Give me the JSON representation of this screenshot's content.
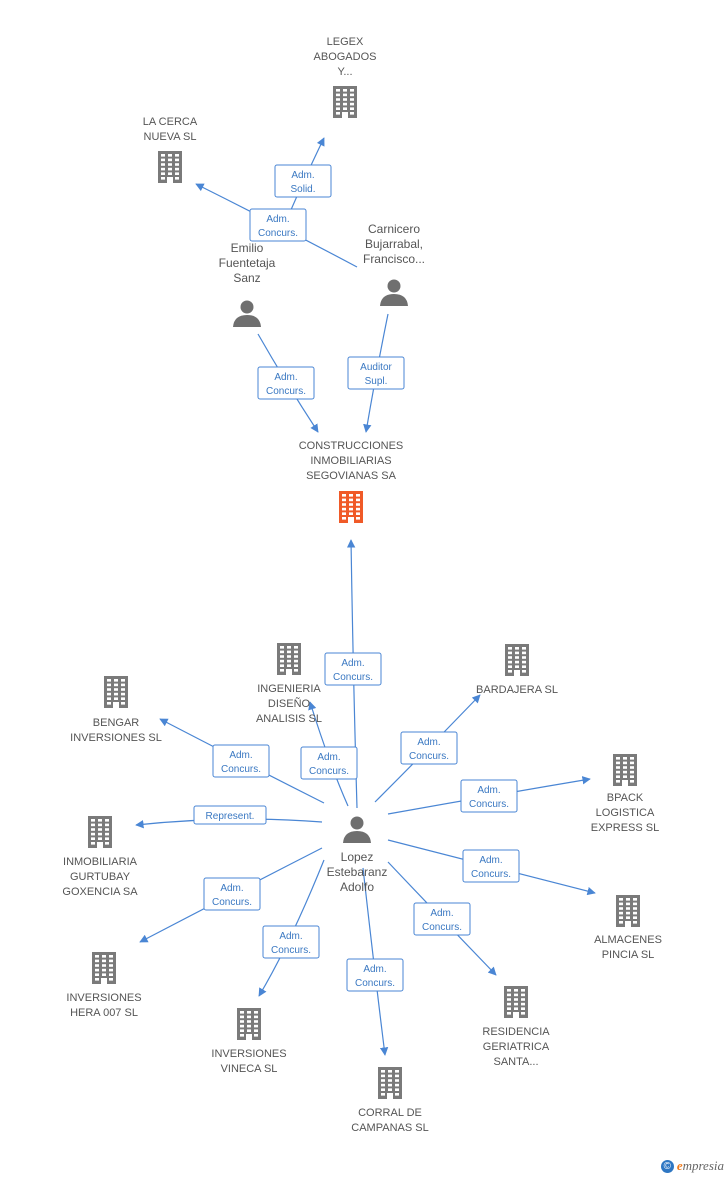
{
  "nodes": [
    {
      "id": "legex",
      "type": "company",
      "lines": [
        "LEGEX",
        "ABOGADOS",
        "Y..."
      ]
    },
    {
      "id": "lacerca",
      "type": "company",
      "lines": [
        "LA CERCA",
        "NUEVA SL"
      ]
    },
    {
      "id": "emilio",
      "type": "person",
      "lines": [
        "Emilio",
        "Fuentetaja",
        "Sanz"
      ]
    },
    {
      "id": "carnicero",
      "type": "person",
      "lines": [
        "Carnicero",
        "Bujarrabal,",
        "Francisco..."
      ]
    },
    {
      "id": "construcciones",
      "type": "company",
      "highlight": true,
      "lines": [
        "CONSTRUCCIONES",
        "INMOBILIARIAS",
        "SEGOVIANAS SA"
      ]
    },
    {
      "id": "ingenieria",
      "type": "company",
      "lines": [
        "INGENIERIA",
        "DISEÑO",
        "ANALISIS SL"
      ]
    },
    {
      "id": "bardajera",
      "type": "company",
      "lines": [
        "BARDAJERA SL"
      ]
    },
    {
      "id": "bengar",
      "type": "company",
      "lines": [
        "BENGAR",
        "INVERSIONES SL"
      ]
    },
    {
      "id": "bpack",
      "type": "company",
      "lines": [
        "BPACK",
        "LOGISTICA",
        "EXPRESS SL"
      ]
    },
    {
      "id": "lopez",
      "type": "person",
      "lines": [
        "Lopez",
        "Estebaranz",
        "Adolfo"
      ]
    },
    {
      "id": "gurtubay",
      "type": "company",
      "lines": [
        "INMOBILIARIA",
        "GURTUBAY",
        "GOXENCIA SA"
      ]
    },
    {
      "id": "almacenes",
      "type": "company",
      "lines": [
        "ALMACENES",
        "PINCIA SL"
      ]
    },
    {
      "id": "hera",
      "type": "company",
      "lines": [
        "INVERSIONES",
        "HERA 007 SL"
      ]
    },
    {
      "id": "vineca",
      "type": "company",
      "lines": [
        "INVERSIONES",
        "VINECA SL"
      ]
    },
    {
      "id": "residencia",
      "type": "company",
      "lines": [
        "RESIDENCIA",
        "GERIATRICA",
        "SANTA..."
      ]
    },
    {
      "id": "corral",
      "type": "company",
      "lines": [
        "CORRAL DE",
        "CAMPANAS SL"
      ]
    }
  ],
  "edges": [
    {
      "from": "emilio",
      "to": "legex",
      "label": [
        "Adm.",
        "Solid."
      ]
    },
    {
      "from": "carnicero",
      "to": "lacerca",
      "label": [
        "Adm.",
        "Concurs."
      ]
    },
    {
      "from": "emilio",
      "to": "construcciones",
      "label": [
        "Adm.",
        "Concurs."
      ]
    },
    {
      "from": "carnicero",
      "to": "construcciones",
      "label": [
        "Auditor",
        "Supl."
      ]
    },
    {
      "from": "lopez",
      "to": "construcciones",
      "label": [
        "Adm.",
        "Concurs."
      ]
    },
    {
      "from": "lopez",
      "to": "ingenieria",
      "label": [
        "Adm.",
        "Concurs."
      ]
    },
    {
      "from": "lopez",
      "to": "bardajera",
      "label": [
        "Adm.",
        "Concurs."
      ]
    },
    {
      "from": "lopez",
      "to": "bengar",
      "label": [
        "Adm.",
        "Concurs."
      ]
    },
    {
      "from": "lopez",
      "to": "bpack",
      "label": [
        "Adm.",
        "Concurs."
      ]
    },
    {
      "from": "lopez",
      "to": "gurtubay",
      "label": [
        "Represent."
      ]
    },
    {
      "from": "lopez",
      "to": "almacenes",
      "label": [
        "Adm.",
        "Concurs."
      ]
    },
    {
      "from": "lopez",
      "to": "hera",
      "label": [
        "Adm.",
        "Concurs."
      ]
    },
    {
      "from": "lopez",
      "to": "vineca",
      "label": [
        "Adm.",
        "Concurs."
      ]
    },
    {
      "from": "lopez",
      "to": "residencia",
      "label": [
        "Adm.",
        "Concurs."
      ]
    },
    {
      "from": "lopez",
      "to": "corral",
      "label": [
        "Adm.",
        "Concurs."
      ]
    }
  ],
  "colors": {
    "company_icon": "#7a7a7a",
    "highlight_icon": "#f05a28",
    "person_icon": "#6f6f6f",
    "edge": "#4a86d4",
    "label_text": "#555555"
  },
  "footer": {
    "copyright_symbol": "©",
    "brand_initial": "e",
    "brand_rest": "mpresia"
  }
}
